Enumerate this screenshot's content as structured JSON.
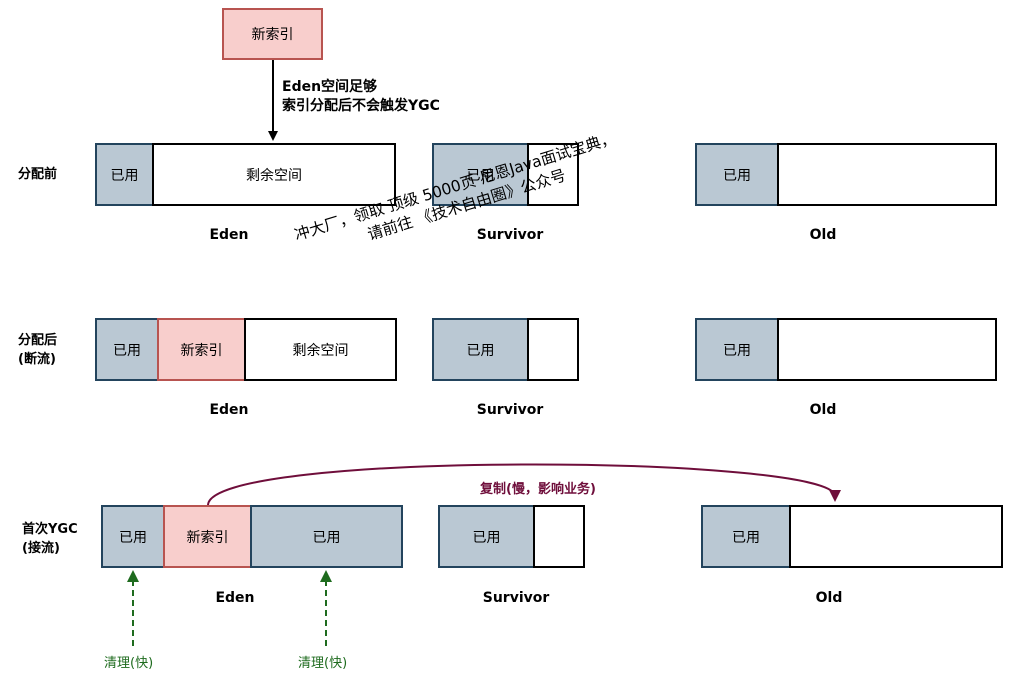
{
  "top": {
    "new_index": "新索引",
    "note_line1": "Eden空间足够",
    "note_line2": "索引分配后不会触发YGC"
  },
  "row1": {
    "label": "分配前",
    "eden_used": "已用",
    "eden_free": "剩余空间",
    "survivor_used": "已用",
    "old_used": "已用"
  },
  "row2": {
    "label_line1": "分配后",
    "label_line2": "(断流)",
    "eden_used": "已用",
    "eden_new": "新索引",
    "eden_free": "剩余空间",
    "survivor_used": "已用",
    "old_used": "已用"
  },
  "row3": {
    "label_line1": "首次YGC",
    "label_line2": "(接流)",
    "eden_used": "已用",
    "eden_new": "新索引",
    "eden_used2": "已用",
    "survivor_used": "已用",
    "old_used": "已用",
    "copy_label": "复制(慢，影响业务)",
    "clean1": "清理(快)",
    "clean2": "清理(快)"
  },
  "captions": {
    "eden": "Eden",
    "survivor": "Survivor",
    "old": "Old"
  },
  "watermark": {
    "line1": "冲大厂，领取 顶级  5000页 尼恩Java面试宝典，",
    "line2": "请前往 《技术自由圈》公众号"
  },
  "colors": {
    "used_fill": "#bac8d3",
    "new_index_fill": "#f8cecc",
    "copy_arrow": "#6f0e3b",
    "clean_arrow": "#1e6b1e"
  }
}
